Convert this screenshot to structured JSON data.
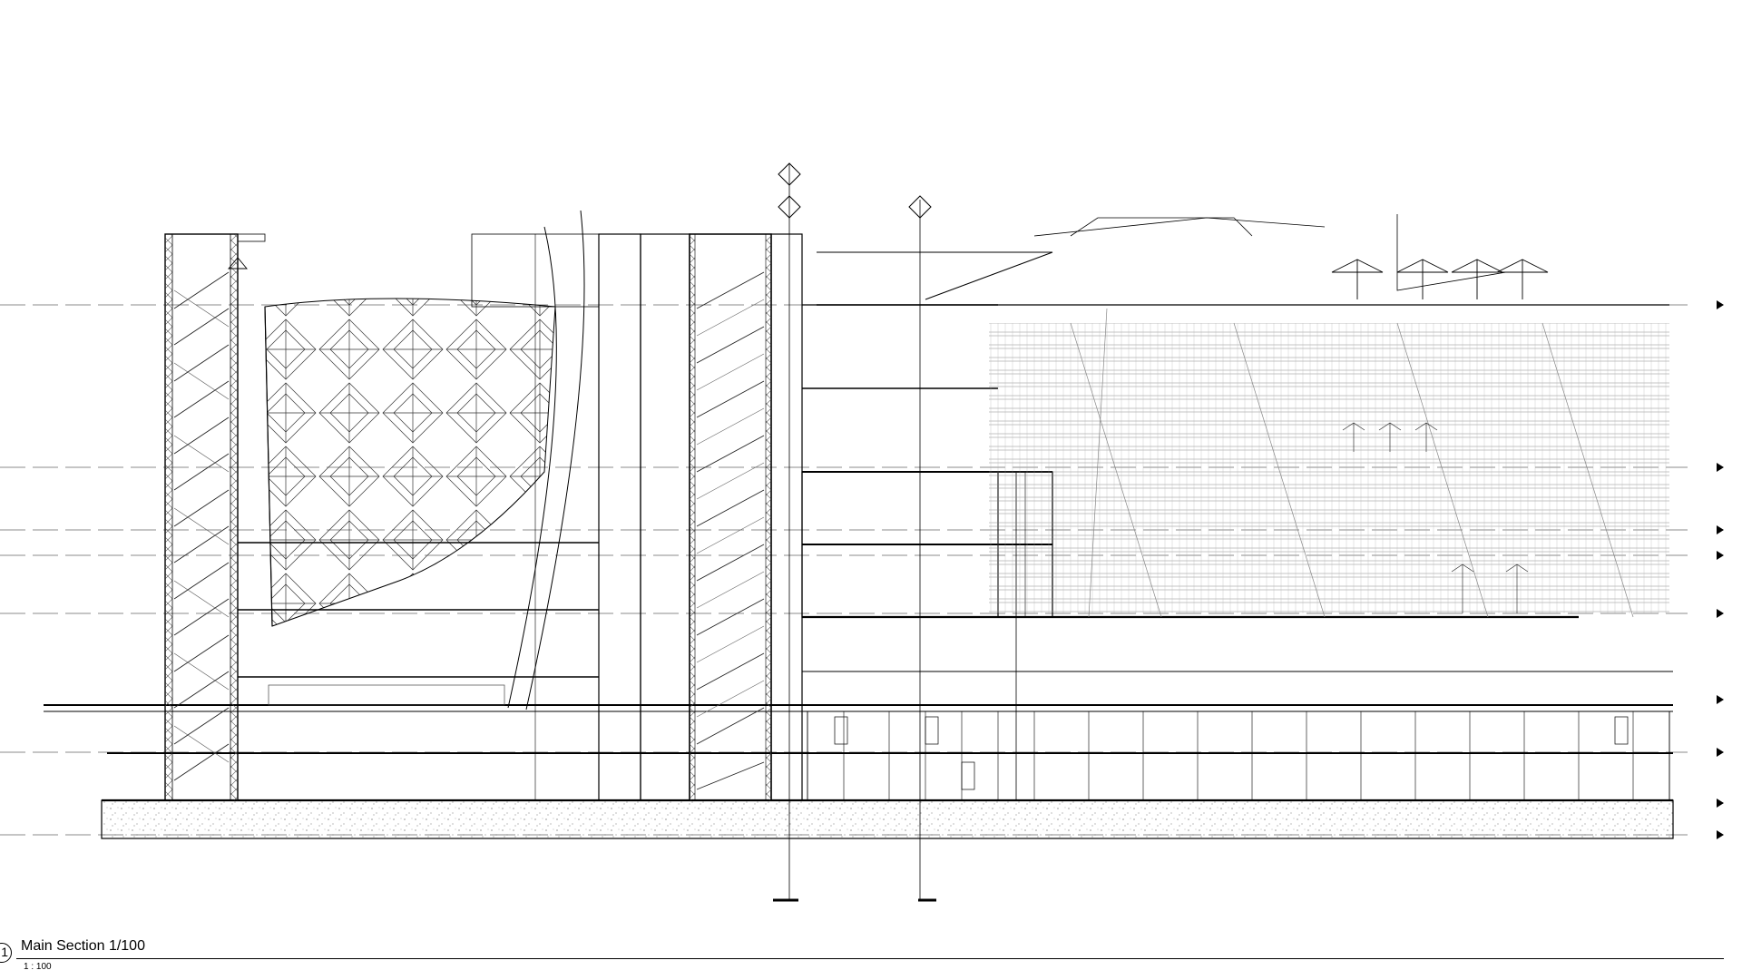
{
  "view": {
    "number": "1",
    "title": "Main Section 1/100",
    "scale": "1 : 100"
  },
  "drawing_elements": {
    "left_stair_core": "stair-core",
    "facetted_atrium_screen": "diamond-facade-panels",
    "central_stair_core": "stair-core",
    "right_section_floors": "floor-plates",
    "elevation_louvres": "horizontal-louvres",
    "roof_umbrellas": "umbrella-canopies",
    "ground_slab": "hatched-concrete"
  },
  "colors": {
    "line": "#000000",
    "background": "#ffffff",
    "hatch": "#444444"
  }
}
